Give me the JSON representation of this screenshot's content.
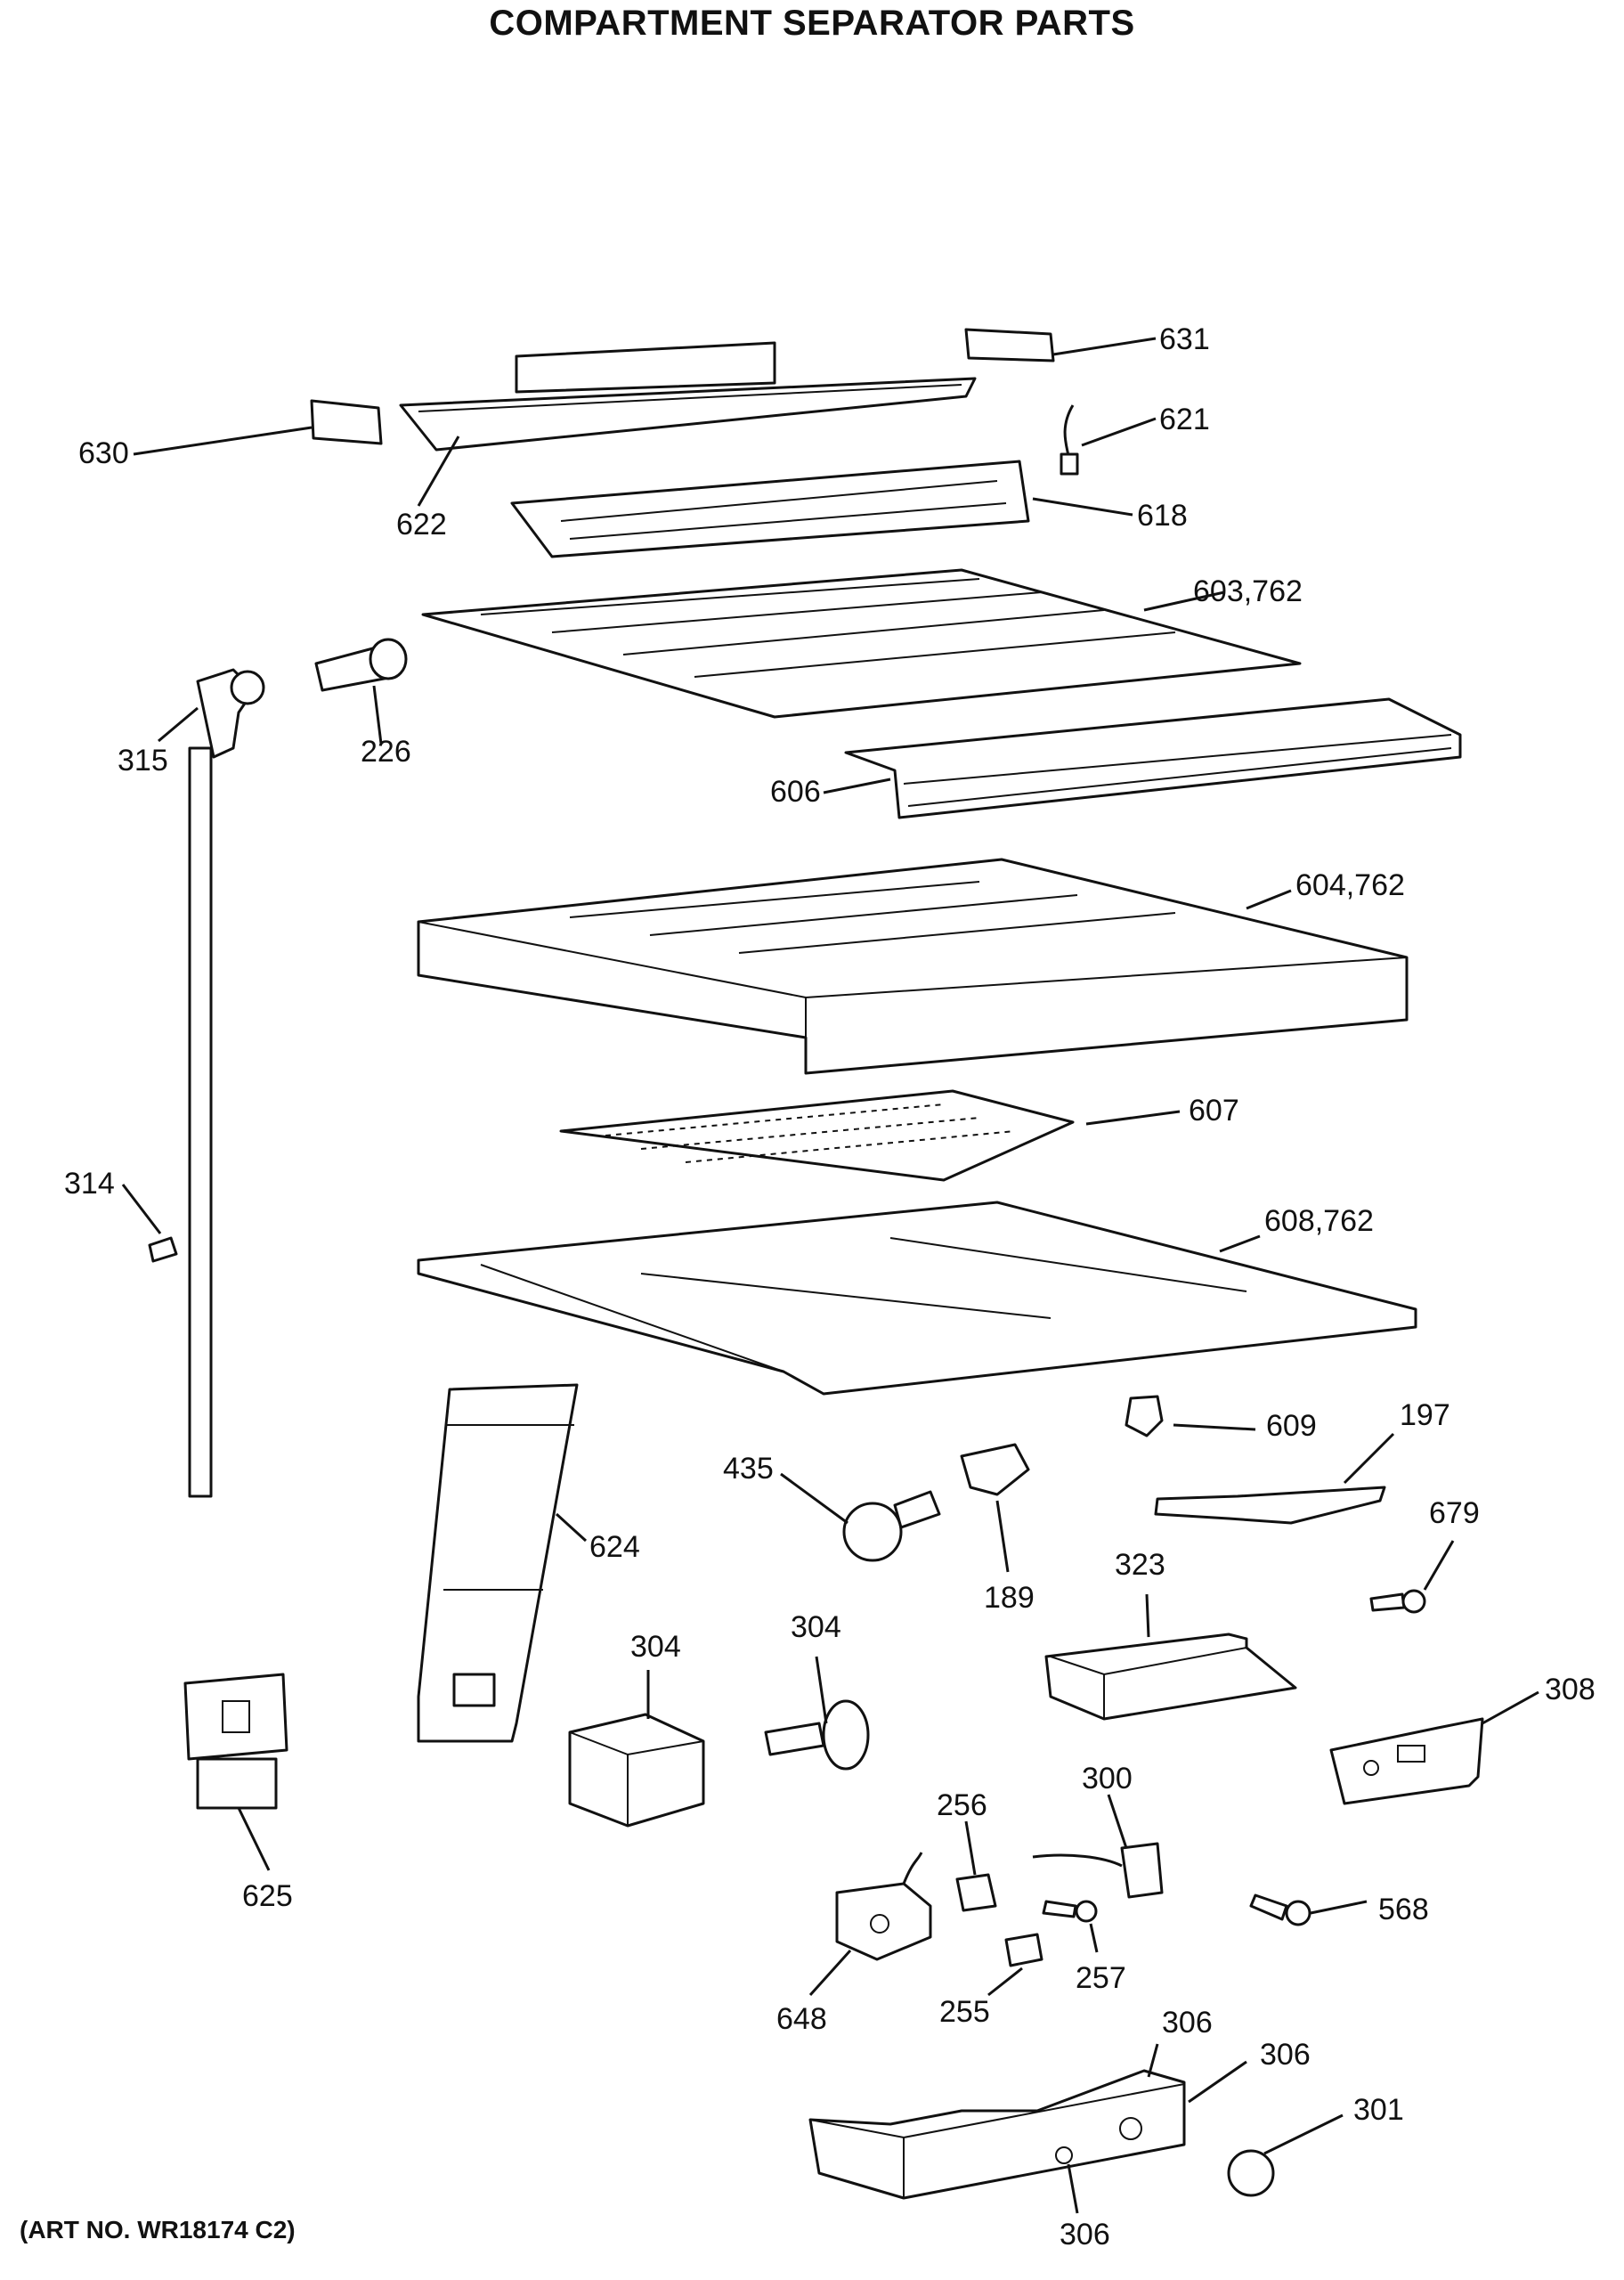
{
  "title": "COMPARTMENT SEPARATOR PARTS",
  "art_number": "(ART NO. WR18174  C2)",
  "labels": {
    "l631": "631",
    "l630": "630",
    "l621": "621",
    "l622": "622",
    "l618": "618",
    "l603": "603,762",
    "l315": "315",
    "l226": "226",
    "l606": "606",
    "l604": "604,762",
    "l607": "607",
    "l314": "314",
    "l608": "608,762",
    "l609": "609",
    "l197": "197",
    "l435": "435",
    "l624": "624",
    "l679": "679",
    "l189": "189",
    "l323": "323",
    "l304a": "304",
    "l304b": "304",
    "l308": "308",
    "l625": "625",
    "l256": "256",
    "l300": "300",
    "l568": "568",
    "l257": "257",
    "l648": "648",
    "l255": "255",
    "l306a": "306",
    "l306b": "306",
    "l301": "301",
    "l306c": "306"
  }
}
